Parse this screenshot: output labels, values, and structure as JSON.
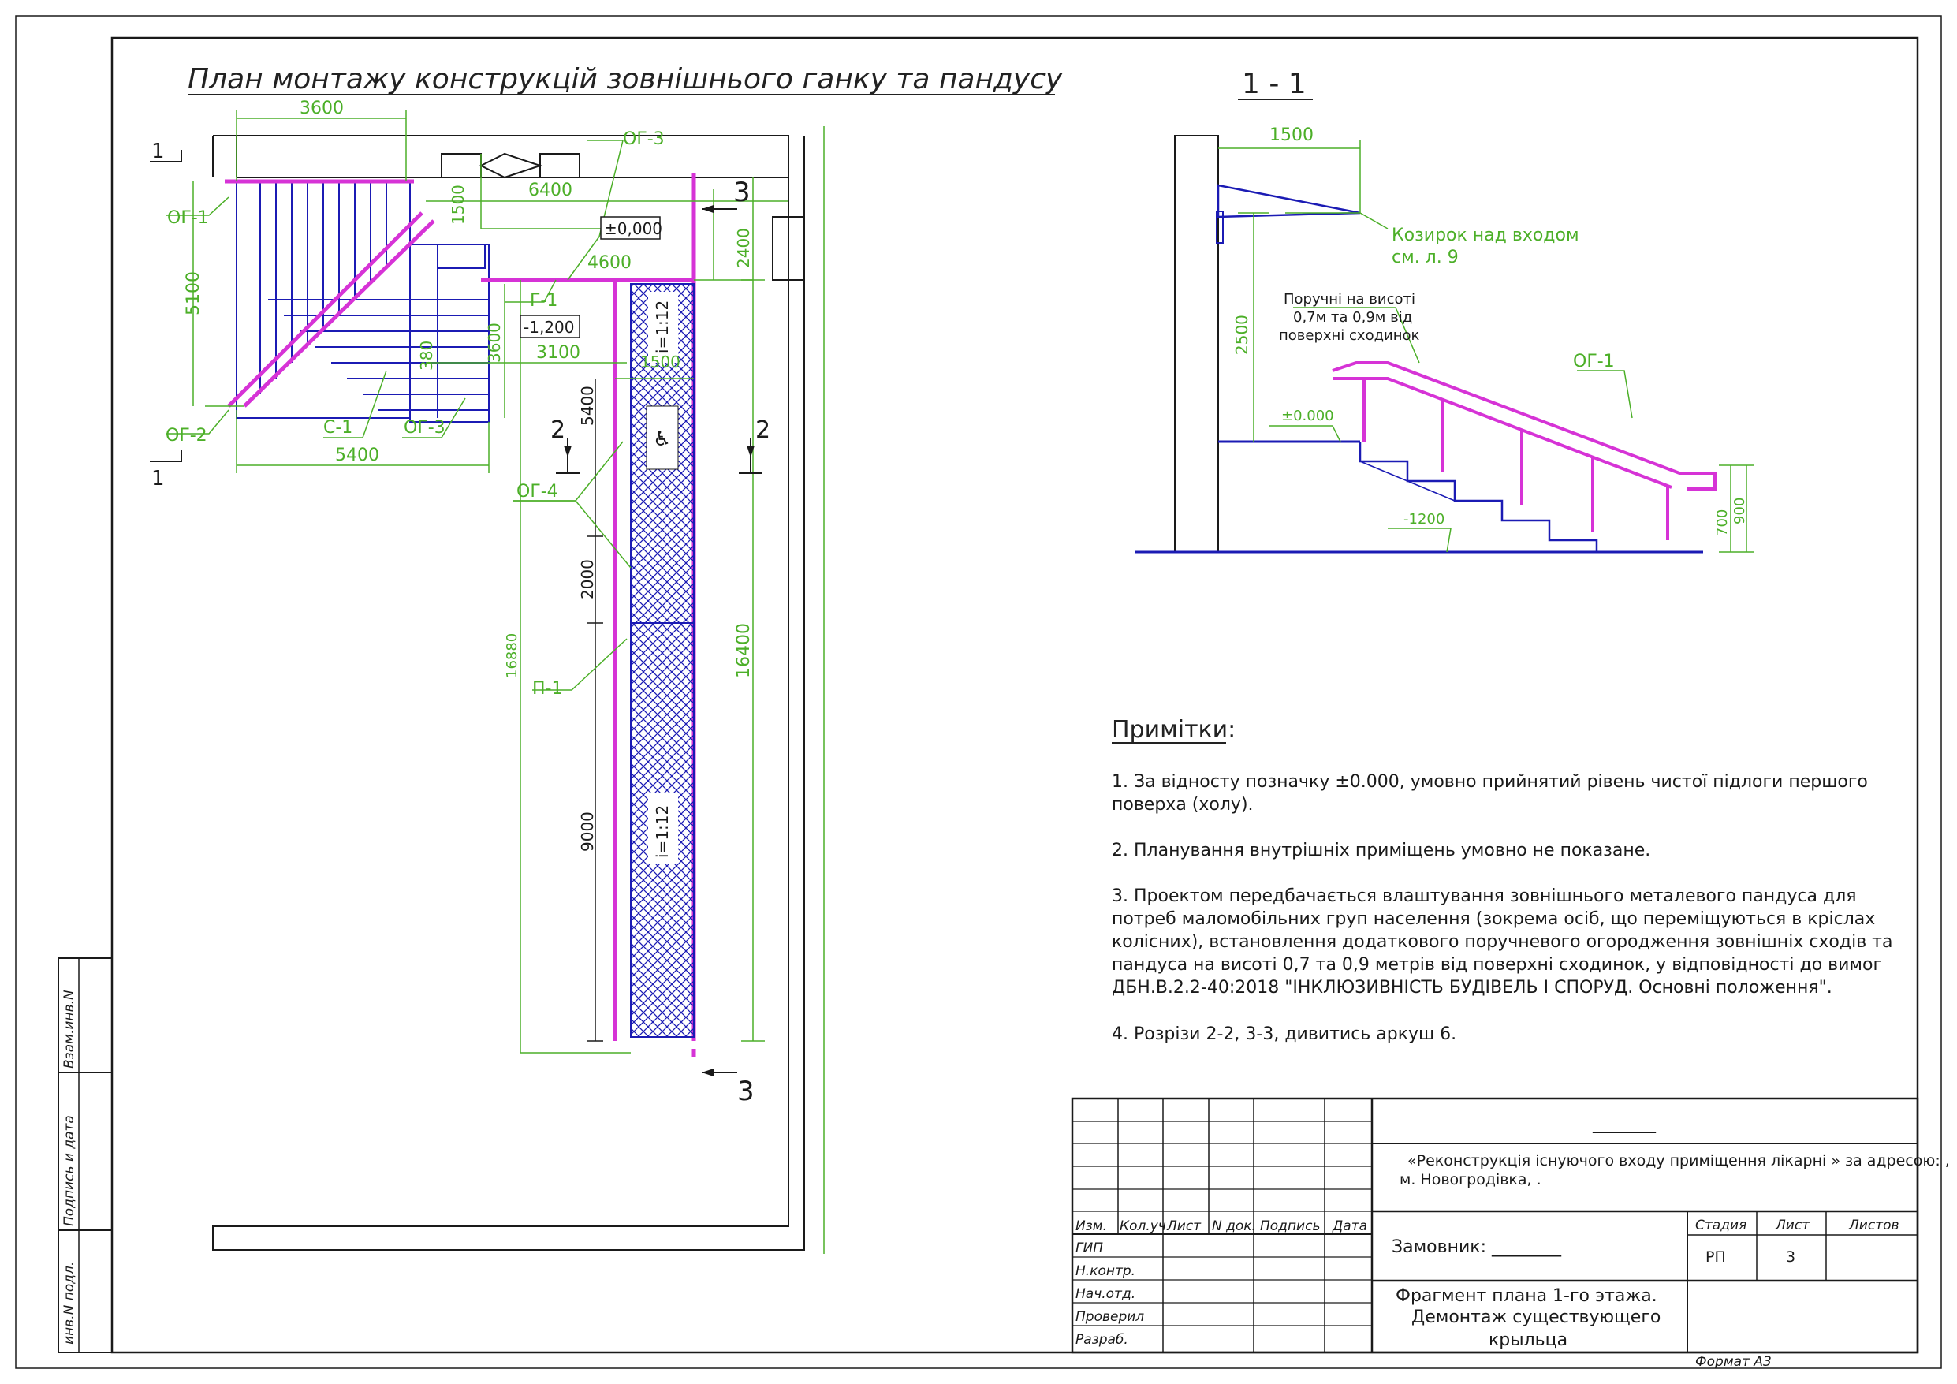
{
  "plan": {
    "title": "План монтажу конструкцій зовнішнього ганку та пандусу",
    "dims": {
      "d3600_top": "3600",
      "d6400": "6400",
      "d1500_v": "1500",
      "d2400": "2400",
      "d4600": "4600",
      "d5100": "5100",
      "d3600_v": "3600",
      "d3100": "3100",
      "d380": "380",
      "d5400_h": "5400",
      "d5400_v": "5400",
      "d1500_h": "1500",
      "d2000": "2000",
      "d16880": "16880",
      "d16400": "16400",
      "d9000": "9000"
    },
    "labels": {
      "og1": "ОГ-1",
      "og2": "ОГ-2",
      "og3_top": "ОГ-3",
      "og3_bottom": "ОГ-3",
      "og4": "ОГ-4",
      "g1": "Г-1",
      "s1": "С-1",
      "p1": "П-1",
      "lvl0": "±0,000",
      "lvl_minus": "-1,200",
      "slope_top": "i=1:12",
      "slope_bottom": "i=1:12"
    },
    "sections": {
      "s1_top": "1",
      "s1_bottom": "1",
      "s2_left": "2",
      "s2_right": "2",
      "s3_top": "3",
      "s3_bottom": "3"
    }
  },
  "section": {
    "title": "1 - 1",
    "d1500": "1500",
    "d2500": "2500",
    "d700": "700",
    "d900": "900",
    "lvl0": "±0.000",
    "lvl_minus": "-1200",
    "canopy_label": "Козирок над входом",
    "canopy_ref": "см. л. 9",
    "handrail_line1": "Поручні на висоті",
    "handrail_line2": "0,7м та 0,9м від",
    "handrail_line3": "поверхні сходинок",
    "og1": "ОГ-1"
  },
  "notes": {
    "heading": "Примітки:",
    "n1_l1": "1. За відносту позначку ±0.000, умовно прийнятий рівень чистої підлоги першого",
    "n1_l2": "поверха (холу).",
    "n2": "2. Планування внутрішніх приміщень умовно не показане.",
    "n3_l1": "3. Проектом передбачається влаштування зовнішнього металевого пандуса для",
    "n3_l2": "потреб маломобільних груп населення (зокрема осіб, що переміщуються в кріслах",
    "n3_l3": "колісних), встановлення додаткового поручневого огородження зовнішніх сходів та",
    "n3_l4": "пандуса на висоті 0,7 та 0,9 метрів від поверхні сходинок, у відповідності до вимог",
    "n3_l5": "ДБН.В.2.2-40:2018 \"ІНКЛЮЗИВНІСТЬ БУДІВЕЛЬ І СПОРУД. Основні положення\".",
    "n4": "4. Розрізи 2-2, 3-3, дивитись аркуш 6."
  },
  "titleblock": {
    "col_izm": "Изм.",
    "col_kol": "Кол.уч.",
    "col_list": "Лист",
    "col_ndok": "N док.",
    "col_podp": "Подпись",
    "col_data": "Дата",
    "row_gip": "ГИП",
    "row_nkontr": "Н.контр.",
    "row_nachotd": "Нач.отд.",
    "row_proveril": "Проверил",
    "row_razrab": "Разраб.",
    "code": "________",
    "project_l1": "«Реконструкція існуючого входу приміщення лікарні » за адресою: ,",
    "project_l2": "м. Новогродівка, .",
    "customer": "Замовник: ________",
    "drawing_l1": "Фрагмент плана 1-го этажа.",
    "drawing_l2": "Демонтаж существующего",
    "drawing_l3": "крыльца",
    "stage_hdr": "Стадия",
    "sheet_hdr": "Лист",
    "sheets_hdr": "Листов",
    "stage_val": "РП",
    "sheet_val": "3",
    "sheets_val": "",
    "format": "Формат А3"
  },
  "sidebar": {
    "vzam": "Взам.инв.N",
    "podpis": "Подпись и дата",
    "invn": "инв.N подл."
  },
  "colors": {
    "blue": "#1b1bb4",
    "magenta": "#d633d6",
    "green": "#4caf28",
    "black": "#1a1a1a"
  }
}
